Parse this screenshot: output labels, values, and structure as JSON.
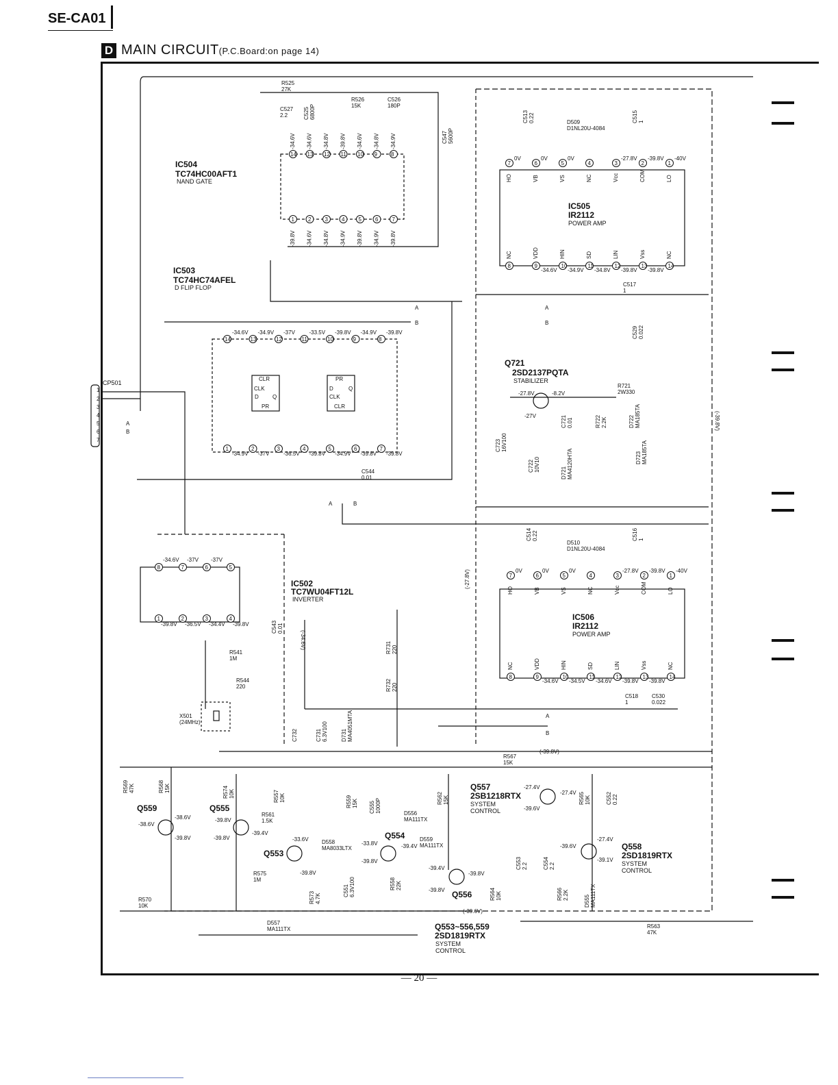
{
  "header": {
    "model": "SE-CA01",
    "section_letter": "D",
    "section_title": "MAIN  CIRCUIT",
    "section_note": "(P.C.Board:on page 14)"
  },
  "page_number": "— 20 —",
  "ics": {
    "ic504": {
      "name": "IC504",
      "part": "TC74HC00AFT1",
      "desc": "NAND GATE"
    },
    "ic503": {
      "name": "IC503",
      "part": "TC74HC74AFEL",
      "desc": "D FLIP FLOP"
    },
    "ic502": {
      "name": "IC502",
      "part": "TC7WU04FT12L",
      "desc": "INVERTER"
    },
    "ic505": {
      "name": "IC505",
      "part": "IR2112",
      "desc": "POWER AMP"
    },
    "ic506": {
      "name": "IC506",
      "part": "IR2112",
      "desc": "POWER AMP"
    }
  },
  "transistors": {
    "q721": {
      "name": "Q721",
      "part": "2SD2137PQTA",
      "desc": "STABILIZER"
    },
    "q557": {
      "name": "Q557",
      "part": "2SB1218RTX",
      "desc": "SYSTEM\nCONTROL"
    },
    "q558": {
      "name": "Q558",
      "part": "2SD1819RTX",
      "desc": "SYSTEM\nCONTROL"
    },
    "group": {
      "name": "Q553~556,559",
      "part": "2SD1819RTX",
      "desc": "SYSTEM\nCONTROL"
    },
    "q553": "Q553",
    "q554": "Q554",
    "q555": "Q555",
    "q556": "Q556",
    "q559": "Q559"
  },
  "ir2112_pins_top": [
    "HO",
    "VB",
    "VS",
    "NC",
    "Vcc",
    "COM",
    "LO"
  ],
  "ir2112_pins_bottom": [
    "NC",
    "VDD",
    "HIN",
    "SD",
    "LIN",
    "Vss",
    "NC"
  ],
  "ic505_top_voltages": [
    "0V",
    "0V",
    "0V",
    "",
    "-27.8V",
    "-39.8V",
    "-40V"
  ],
  "ic505_bot_voltages": [
    "",
    "-34.6V",
    "-34.9V",
    "-34.8V",
    "-39.8V",
    "-39.8V",
    ""
  ],
  "ic506_top_voltages": [
    "0V",
    "0V",
    "0V",
    "",
    "-27.8V",
    "-39.8V",
    "-40V"
  ],
  "ic506_bot_voltages": [
    "",
    "-34.6V",
    "-34.5V",
    "-34.6V",
    "-39.8V",
    "-39.8V",
    ""
  ],
  "ic504_top_voltages": [
    "-34.6V",
    "-34.6V",
    "-34.8V",
    "-39.8V",
    "-34.6V",
    "-34.8V",
    "-34.9V"
  ],
  "ic504_bot_voltages": [
    "-39.8V",
    "-34.6V",
    "-34.8V",
    "-34.9V",
    "-39.8V",
    "-34.9V",
    "-39.8V"
  ],
  "ic503_top_voltages": [
    "-34.6V",
    "-34.9V",
    "-37V",
    "-33.5V",
    "-39.8V",
    "-34.9V",
    "-39.8V"
  ],
  "ic503_bot_voltages": [
    "-34.9V",
    "-37V",
    "-36.5V",
    "-39.8V",
    "-34.9V",
    "-39.8V",
    "-39.8V"
  ],
  "ic502_top_voltages": [
    "-34.6V",
    "-37V",
    "-37V"
  ],
  "ic502_bot_voltages": [
    "-39.8V",
    "-36.5V",
    "-34.4V",
    "-39.8V"
  ],
  "ff_labels": {
    "clr": "CLR",
    "clk": "CLK",
    "d": "D",
    "q": "Q",
    "pr": "PR"
  },
  "connector": {
    "name": "CP501",
    "pins": [
      "1",
      "2",
      "3",
      "4",
      "5",
      "6",
      "7"
    ],
    "a": "A",
    "b": "B"
  },
  "bus_labels": {
    "a": "A",
    "b": "B"
  },
  "rails": {
    "neg278": "(-27.8V)",
    "neg398": "(-39.8V)",
    "neg346": "(-34.6V)",
    "neg398b": "(-39.8V)",
    "neg396": "(-39.6V)"
  },
  "components": {
    "r525": [
      "R525",
      "27K"
    ],
    "r526": [
      "R526",
      "15K"
    ],
    "c526": [
      "C526",
      "180P"
    ],
    "c527": [
      "C527",
      "2.2"
    ],
    "c525": [
      "C525",
      "6800P"
    ],
    "c547": [
      "C547",
      "5600P"
    ],
    "c513": [
      "C513",
      "0.22"
    ],
    "d509": [
      "D509",
      "D1NL20U-4084"
    ],
    "c515": [
      "C515",
      "1"
    ],
    "c517": [
      "C517",
      "1"
    ],
    "c529": [
      "C529",
      "0.022"
    ],
    "r721": [
      "R721",
      "2W330"
    ],
    "c721": [
      "C721",
      "0.01"
    ],
    "r722": [
      "R722",
      "2.2K"
    ],
    "d722": [
      "D722",
      "MA185TA"
    ],
    "d723": [
      "D723",
      "MA185TA"
    ],
    "c723": [
      "C723",
      "16V100"
    ],
    "c722": [
      "C722",
      "10V10"
    ],
    "d721": [
      "D721",
      "MA4120HTA"
    ],
    "q721_v": [
      "-27.8V",
      "-8.2V",
      "-27V"
    ],
    "c544": [
      "C544",
      "0.01"
    ],
    "c514": [
      "C514",
      "0.22"
    ],
    "d510": [
      "D510",
      "D1NL20U-4084"
    ],
    "c516": [
      "C516",
      "1"
    ],
    "c518": [
      "C518",
      "1"
    ],
    "c530": [
      "C530",
      "0.022"
    ],
    "c543": [
      "C543",
      "0.01"
    ],
    "r541": [
      "R541",
      "1M"
    ],
    "r544": [
      "R544",
      "220"
    ],
    "x501": [
      "X501",
      "(24MHz)"
    ],
    "c732": [
      "C732",
      ""
    ],
    "c731": [
      "C731",
      "6.3V100"
    ],
    "d731": [
      "D731",
      "MA4051MTA"
    ],
    "r731": [
      "R731",
      "220"
    ],
    "r732": [
      "R732",
      "220"
    ],
    "r567": [
      "R567",
      "15K"
    ],
    "r569": [
      "R569",
      "47K"
    ],
    "r568": [
      "R568",
      "15K"
    ],
    "r574": [
      "R574",
      "10K"
    ],
    "r557": [
      "R557",
      "10K"
    ],
    "r561": [
      "R561",
      "1.5K"
    ],
    "r559": [
      "R559",
      "15K"
    ],
    "c555": [
      "C555",
      "1000P"
    ],
    "d556": [
      "D556",
      "MA111TX"
    ],
    "r562": [
      "R562",
      "15K"
    ],
    "d558": [
      "D558",
      "MA8033LTX"
    ],
    "d559": [
      "D559",
      "MA111TX"
    ],
    "r575": [
      "R575",
      "1M"
    ],
    "r573": [
      "R573",
      "4.7K"
    ],
    "c551": [
      "C551",
      "6.3V100"
    ],
    "r558": [
      "R558",
      "22K"
    ],
    "r570": [
      "R570",
      "10K"
    ],
    "d557": [
      "D557",
      "MA111TX"
    ],
    "r564": [
      "R564",
      "10K"
    ],
    "r565": [
      "R565",
      "10K"
    ],
    "c552": [
      "C552",
      "0.22"
    ],
    "c553": [
      "C553",
      "2.2"
    ],
    "c554": [
      "C554",
      "2.2"
    ],
    "r566": [
      "R566",
      "2.2K"
    ],
    "d555": [
      "D555",
      "MA111TX"
    ],
    "r563": [
      "R563",
      "47K"
    ]
  },
  "bjt_voltages": {
    "q559": [
      "-38.6V",
      "-38.6V",
      "-39.8V"
    ],
    "q555": [
      "-39.8V",
      "-39.4V",
      "-39.8V"
    ],
    "q553": [
      "-33.6V",
      "-39.8V"
    ],
    "q554": [
      "-33.8V",
      "-39.4V",
      "-39.8V"
    ],
    "q556": [
      "-39.4V",
      "-39.8V",
      "-39.8V"
    ],
    "q557": [
      "-27.4V",
      "-27.4V",
      "-39.6V"
    ],
    "q558": [
      "-39.6V",
      "-27.4V",
      "-39.1V"
    ]
  }
}
